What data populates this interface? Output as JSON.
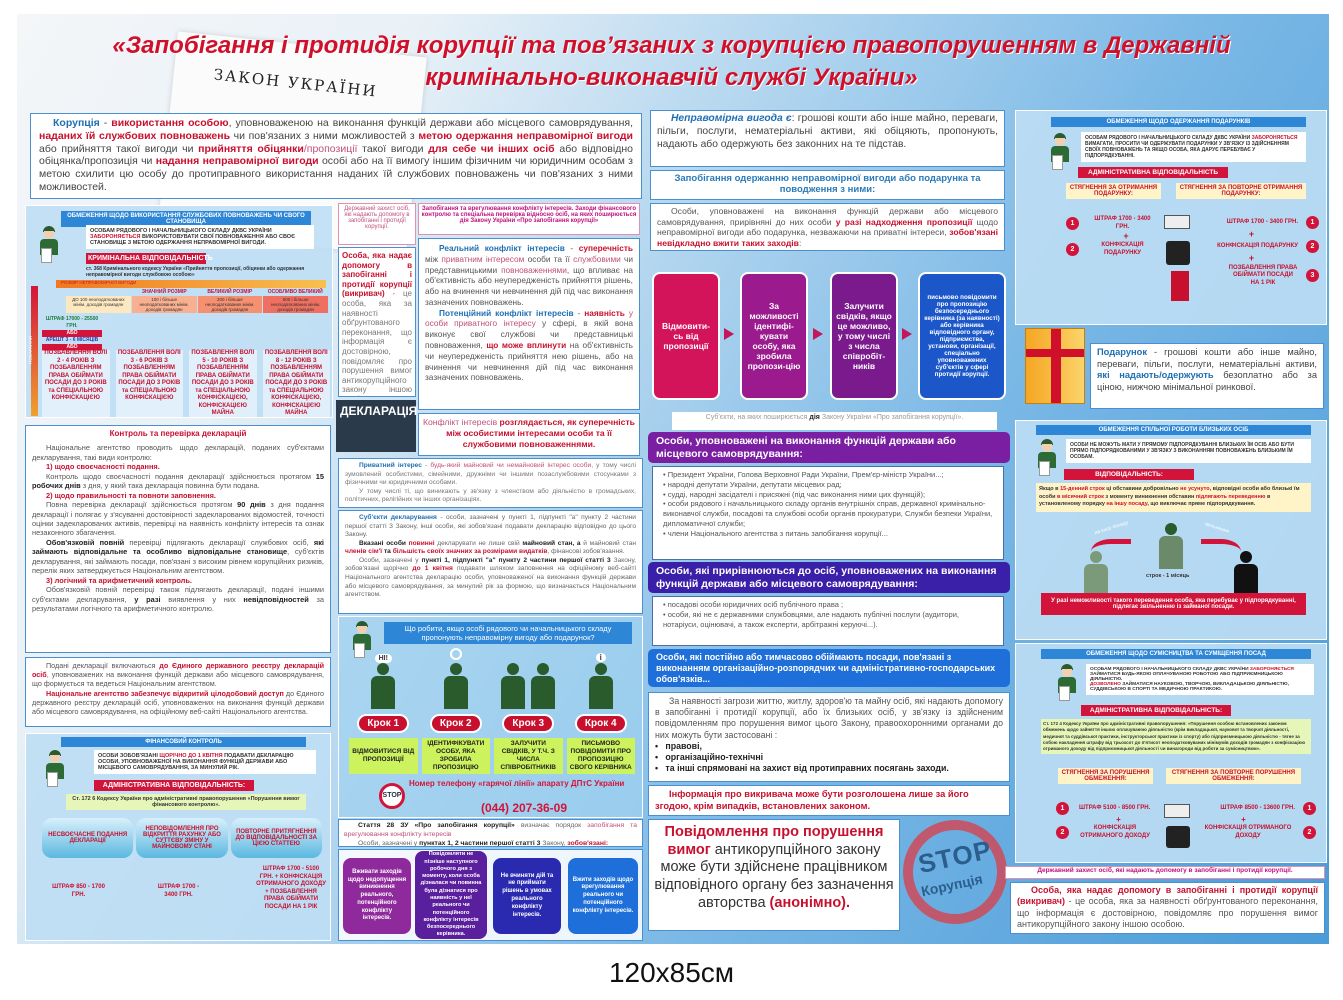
{
  "title": {
    "line1": "«Запобігання і протидія корупції та пов’язаних з корупцією правопорушенням в Державній",
    "line2": "кримінально-виконавчій службі України»",
    "law_doc": "ЗАКОН УКРАЇНИ"
  },
  "corruption": [
    [
      [
        "bl",
        "Корупція"
      ],
      " - ",
      [
        "r",
        "використання особою"
      ],
      ", уповноваженою на виконання функцій держави або місцевого самоврядування, ",
      [
        "r",
        "наданих їй службових повноважень"
      ],
      " чи пов'язаних з ними можливостей з ",
      [
        "r",
        "метою одержання неправомірної вигоди"
      ],
      " або прийняття такої вигоди чи ",
      [
        "r",
        "прийняття обіцянки"
      ],
      [
        "p",
        "/пропозиції"
      ],
      " такої вигоди ",
      [
        "r",
        "для себе чи інших осіб"
      ],
      " або відповідно обіцянка/пропозиція чи ",
      [
        "r",
        "надання неправомірної вигоди"
      ],
      " особі або на її вимогу іншим фізичним чи юридичним особам з метою схилити цю особу до протиправного використання наданих їй службових повноважень чи пов'язаних з ними можливостей."
    ]
  ],
  "abuse": {
    "header": "ОБМЕЖЕННЯ ЩОДО ВИКОРИСТАННЯ СЛУЖБОВИХ ПОВНОВАЖЕНЬ ЧИ СВОГО СТАНОВИЩА",
    "note": [
      [
        "ОСОБАМ РЯДОВОГО І НАЧАЛЬНИЦЬКОГО СКЛАДУ ДКВС УКРАЇНИ ",
        [
          "r",
          "ЗАБОРОНЯЄТЬСЯ"
        ],
        " ВИКОРИСТОВУВАТИ СВОЇ ПОВНОВАЖЕННЯ АБО СВОЄ СТАНОВИЩЕ З МЕТОЮ ОДЕРЖАННЯ НЕПРАВОМІРНОЇ ВИГОДИ."
      ]
    ],
    "liability": "КРИМІНАЛЬНА ВІДПОВІДАЛЬНІСТЬ",
    "citation": "ст. 368 Кримінального кодексу України «Прийняття пропозиції, обіцянки або одержання неправомірної вигоди службовою особою»",
    "axis": "РОЗМІР НЕПРАВОМІРНОЇ ВИГОДИ",
    "vaxis": "ПОКАРАННЯ",
    "sizes": [
      "",
      "ЗНАЧНИЙ РОЗМІР",
      "ВЕЛИКИЙ РОЗМІР",
      "ОСОБЛИВО ВЕЛИКИЙ"
    ],
    "amounts": [
      "ДО 100 неоподаткованих мінім. доходів громадян",
      "100 і більше неоподаткованих мінім. доходів громадян",
      "200 і більше неоподаткованих мінім. доходів громадян",
      "500 і більше неоподаткованих мінім. доходів громадян"
    ],
    "fine": "ШТРАФ 17000 - 25500 ГРН.",
    "or1": "АБО",
    "arrest": "АРЕШТ 3 - 6 МІСЯЦІВ",
    "or2": "АБО",
    "penalties": [
      "ПОЗБАВЛЕННЯ ВОЛІ 2 - 4 РОКІВ З ПОЗБАВЛЕННЯМ ПРАВА ОБІЙМАТИ ПОСАДИ ДО 3 РОКІВ та СПЕЦІАЛЬНОЮ КОНФІСКАЦІЄЮ",
      "ПОЗБАВЛЕННЯ ВОЛІ 3 - 6 РОКІВ З ПОЗБАВЛЕННЯМ ПРАВА ОБІЙМАТИ ПОСАДИ ДО 3 РОКІВ та СПЕЦІАЛЬНОЮ КОНФІСКАЦІЄЮ",
      "ПОЗБАВЛЕННЯ ВОЛІ 5 - 10 РОКІВ З ПОЗБАВЛЕННЯМ ПРАВА ОБІЙМАТИ ПОСАДИ ДО 3 РОКІВ та СПЕЦІАЛЬНОЮ КОНФІСКАЦІЄЮ, КОНФІСКАЦІЄЮ МАЙНА",
      "ПОЗБАВЛЕННЯ ВОЛІ 8 - 12 РОКІВ З ПОЗБАВЛЕННЯМ ПРАВА ОБІЙМАТИ ПОСАДИ ДО 3 РОКІВ та СПЕЦІАЛЬНОЮ КОНФІСКАЦІЄЮ, КОНФІСКАЦІЄЮ МАЙНА"
    ]
  },
  "decl_control": {
    "title": "Контроль та перевірка декларацій",
    "body": [
      "Національне агентство проводить щодо декларацій, поданих суб'єктами декларування, такі види контролю:",
      [
        [
          "r",
          "1) щодо своєчасності подання."
        ]
      ],
      [
        "Контроль щодо своєчасності подання декларації здійснюється протягом ",
        [
          "b",
          "15 робочих днів"
        ],
        " з дня, у який така декларація повинна бути подана."
      ],
      [
        [
          "r",
          "2) щодо правильності та повноти заповнення."
        ]
      ],
      [
        "Повна перевірка декларації здійснюється протягом ",
        [
          "b",
          "90 днів"
        ],
        " з дня подання декларації і полягає у з'ясуванні достовірності задекларованих відомостей, точності оцінки задекларованих активів, перевірці на наявність конфлікту інтересів та ознак незаконного збагачення."
      ],
      [
        [
          "b",
          "Обов'язковій повній"
        ],
        " перевірці підлягають декларації службових осіб, ",
        [
          "b",
          "які займають відповідальне та особливо відповідальне становище"
        ],
        ", суб'єктів декларування, які займають посади, пов'язані з високим рівнем корупційних ризиків, перелік яких затверджується Національним агентством."
      ],
      [
        [
          "r",
          "3) логічний та арифметичний контроль."
        ]
      ],
      [
        "Обов'язковій повній перевірці також підлягають декларації, подані іншими суб'єктами декларування, ",
        [
          "b",
          "у разі"
        ],
        " виявлення у них ",
        [
          "b",
          "невідповідностей"
        ],
        " за результатами логічного та арифметичного контролю."
      ]
    ],
    "registry": [
      [
        "Подані декларації включаються ",
        [
          "r",
          "до Єдиного державного реєстру декларацій осіб"
        ],
        ", уповноважених на виконання функцій держави або місцевого самоврядування, що формується та ведеться Національним агентством."
      ],
      [
        [
          "r",
          "Національне агентство забезпечує відкритий цілодобовий доступ"
        ],
        " до Єдиного державного реєстру декларацій осіб, уповноважених на виконання функцій держави або місцевого самоврядування, на офіційному веб-сайті Національного агентства."
      ]
    ]
  },
  "fin_control": {
    "header": "ФІНАНСОВИЙ КОНТРОЛЬ",
    "note": [
      [
        "ОСОБИ ЗОБОВ'ЯЗАНІ ",
        [
          "r",
          "ЩОРІЧНО ДО 1 КВІТНЯ"
        ],
        " ПОДАВАТИ ДЕКЛАРАЦІЮ ОСОБИ, УПОВНОВАЖЕНОЇ НА ВИКОНАННЯ ФУНКЦІЙ ДЕРЖАВИ АБО МІСЦЕВОГО САМОВРЯДУВАННЯ, ЗА МИНУЛИЙ РІК."
      ]
    ],
    "liability": "АДМІНІСТРАТИВНА ВІДПОВІДАЛЬНІСТЬ:",
    "citation": "Ст. 172 6 Кодексу України про адміністративні правопорушення «Порушення вимог фінансового контролю».",
    "violations": [
      "НЕСВОЄЧАСНЕ ПОДАННЯ ДЕКЛАРАЦІЇ",
      "НЕПОВІДОМЛЕННЯ ПРО ВІДКРИТТЯ РАХУНКУ АБО СУТТЄВУ ЗМІНУ У МАЙНОВОМУ СТАНІ",
      "ПОВТОРНЕ ПРИТЯГНЕННЯ ДО ВІДПОВІДАЛЬНОСТІ ЗА ЦІЄЮ СТАТТЕЮ"
    ],
    "penalties": [
      "ШТРАФ 850 - 1700 ГРН.",
      "ШТРАФ 1700 - 3400 ГРН.",
      "ШТРАФ 1700 - 5100 ГРН. + КОНФІСКАЦІЯ ОТРИМАНОГО ДОХОДУ + ПОЗБАВЛЕННЯ ПРАВА ОБІЙМАТИ ПОСАДИ НА 1 РІК"
    ]
  },
  "protection_small": {
    "header": "Державний захист осіб, які надають допомогу в запобіганні і протидії корупції.",
    "body": [
      [
        [
          "r",
          "Особа, яка надає допомогу в запобіганні і протидії корупції (викривач)"
        ],
        " - це особа, яка за наявності обґрунтованого переконання, що інформація є достовірною, повідомляє про порушення вимог антикорупційного закону іншою особою."
      ]
    ]
  },
  "conflict": {
    "header": "Запобігання та врегулювання конфлікту інтересів. Заходи фінансового контролю та спеціальна перевірка відносно осіб, на яких поширюється дія Закону України «Про запобігання корупції»",
    "body": [
      [
        [
          "bl",
          "Реальний конфлікт інтересів"
        ],
        " - ",
        [
          "r",
          "суперечність"
        ],
        " між ",
        [
          "p",
          "приватним інтересом"
        ],
        " особи та її ",
        [
          "p",
          "службовими"
        ],
        " чи представницькими ",
        [
          "p",
          "повноваженнями"
        ],
        ", що впливає на об'єктивність або неупередженість прийняття рішень, або на вчинення чи невчинення дій під час виконання зазначених повноважень."
      ],
      [
        [
          "bl",
          "Потенційний конфлікт інтересів"
        ],
        " - ",
        [
          "r",
          "наявність"
        ],
        " ",
        [
          "p",
          "у особи приватного інтересу"
        ],
        " у сфері, в якій вона виконує свої службові чи представницькі повноваження, ",
        [
          "r",
          "що може вплинути"
        ],
        " на об'єктивність чи неупередженість прийняття нею рішень, або на вчинення чи невчинення дій під час виконання зазначених повноважень."
      ]
    ],
    "summary": [
      [
        [
          "p",
          "Конфлікт інтересів "
        ],
        [
          "r",
          "розглядається, як суперечність між особистими інтересами особи та її службовими повноваженнями."
        ]
      ]
    ],
    "decl_image": "ДЕКЛАРАЦІЯ"
  },
  "private_interest": [
    [
      [
        "bl",
        "Приватний інтерес"
      ],
      " - ",
      [
        "p",
        "будь-який майновий чи немайновий інтерес особи"
      ],
      ", у тому числі зумовлений особистими, сімейними, дружніми чи іншими позаслужбовими стосунками з фізичними чи юридичними особами."
    ],
    "У тому числі ті, що виникають у зв'язку з членством або діяльністю в громадських, політичних, релігійних чи інших організаціях."
  ],
  "decl_subjects": [
    [
      [
        "bl",
        "Суб'єкти декларування"
      ],
      " - особи, зазначені у пункті 1, підпункті \"а\" пункту 2 частини першої статті 3 Закону, інші особи, які зобов'язані подавати декларацію відповідно до цього Закону."
    ],
    [
      [
        "b",
        "Вказані особи"
      ],
      " ",
      [
        "r",
        "повинні"
      ],
      " декларувати не лише свій ",
      [
        "b",
        "майновий стан, а"
      ],
      " й майновий стан ",
      [
        "r",
        "членів сім'ї"
      ],
      " ",
      [
        "b",
        "та"
      ],
      " ",
      [
        "r",
        "більшість своїх значних за розмірами видатків"
      ],
      ", фінансові зобов'язання."
    ],
    [
      "Особи, зазначені у ",
      [
        "b",
        "пункті 1, підпункті \"а\" пункту 2 частини першої статті 3"
      ],
      " Закону, зобов'язані щорічно ",
      [
        "r",
        "до 1 квітня"
      ],
      " подавати шляхом заповнення на офіційному веб-сайті Національного агентства декларацію особи, уповноваженої на виконання функцій держави або місцевого самоврядування, за минулий рік за формою, що визначається Національним агентством."
    ]
  ],
  "steps": {
    "question": "Що робити, якщо особі рядового чи начальницького складу пропонують неправомірну вигоду або подарунок?",
    "bubble1": "НІ!",
    "bubble4": "i",
    "items": [
      {
        "krok": "Крок 1",
        "text": "ВІДМОВИТИСЯ ВІД ПРОПОЗИЦІЇ"
      },
      {
        "krok": "Крок 2",
        "text": "ІДЕНТИФІКУВАТИ ОСОБУ, ЯКА ЗРОБИЛА ПРОПОЗИЦІЮ"
      },
      {
        "krok": "Крок 3",
        "text": "ЗАЛУЧИТИ СВІДКІВ, У Т.Ч. З ЧИСЛА СПІВРОБІТНИКІВ"
      },
      {
        "krok": "Крок 4",
        "text": "ПИСЬМОВО ПОВІДОМИТИ ПРО ПРОПОЗИЦІЮ СВОГО КЕРІВНИКА"
      }
    ],
    "stop": "STOP",
    "hotline_label": "Номер телефону «гарячої лінії» апарату ДПтС України",
    "hotline_phone": "(044) 207-36-09"
  },
  "article28": [
    [
      [
        "b",
        "Стаття 28 ЗУ «Про запобігання корупції»"
      ],
      " визначає порядок ",
      [
        "p",
        "запобігання та врегулювання конфлікту інтересів"
      ]
    ],
    [
      "Особи, зазначені у ",
      [
        "b",
        "пунктах 1, 2 частини першої статті 3"
      ],
      " Закону, ",
      [
        "r",
        "зобов'язані:"
      ]
    ]
  ],
  "obligations": [
    "Вживати заходів щодо недопущення виникнення реального, потенційного конфлікту інтересів.",
    "Повідомляти не пізніше наступного робочого дня з моменту, коли особа дізналася чи повинна була дізнатися про наявність у неї реального чи потенційного конфлікту інтересів безпосереднього керівника.",
    "Не вчиняти дій та не приймати рішень в умовах реального конфлікту інтересів.",
    "Вжити заходів щодо врегулювання реального чи потенційного конфлікту інтересів."
  ],
  "unlawful": [
    [
      [
        "bi",
        "Неправомірна вигода є"
      ],
      ": грошові кошти або інше майно, переваги, пільги, послуги, нематеріальні активи, які обіцяють, пропонують, надають або одержують без законних на те підстав."
    ]
  ],
  "prevent_header": "Запобігання одержанню неправомірної вигоди або подарунка та поводження з ними:",
  "prevent_body": [
    [
      "Особи, уповноважені на виконання функцій держави або місцевого самоврядування, прирівняні до них особи ",
      [
        "r",
        "у разі надходження пропозиції"
      ],
      " щодо неправомірної вигоди або подарунка, незважаючи на приватні інтереси, ",
      [
        "r",
        "зобов'язані невідкладно вжити таких заходів"
      ],
      ":"
    ]
  ],
  "flow": [
    "Відмовити-сь від пропозиції",
    "За можливості ідентифі-кувати особу, яка зробила пропози-цію",
    "Залучити свідків, якщо це можливо, у тому числі з числа співробіт-ників",
    "письмово повідомити про пропозицію безпосереднього керівника (за наявності) або керівника відповідного органу, підприємства, установи, організації, спеціально уповноважених суб'єктів у сфері протидії корупції."
  ],
  "subjects": {
    "header": [
      [
        "Суб'єкти, на яких поширюється ",
        [
          "b",
          "дія"
        ],
        " Закону України «Про запобігання корупції»."
      ]
    ],
    "groups": [
      {
        "title": "Особи, уповноважені на виконання функцій держави або місцевого самоврядування:",
        "items": [
          "Президент України, Голова Верховної Ради України, Прем'єр-міністр України...;",
          "народні депутати України, депутати місцевих рад;",
          "судді, народні засідателі і присяжні (під час виконання ними цих функцій);",
          "особи рядового і начальницького складу органів внутрішніх справ, державної кримінально-виконавчої служби, посадові та службові особи органів прокуратури, Служби безпеки України, дипломатичної служби;",
          "члени Національного агентства з питань запобігання корупції..."
        ]
      },
      {
        "title": "Особи, які прирівнюються до осіб, уповноважених на виконання функцій держави або місцевого самоврядування:",
        "items": [
          "посадові особи юридичних осіб публічного права ;",
          "особи, які не є державними службовцями, але надають публічні послуги (аудитори, нотаріуси, оцінювачі, а також експерти, арбітражні керуючі...)."
        ]
      },
      {
        "title": "Особи, які постійно або тимчасово обіймають посади, пов'язані з виконанням організаційно-розпорядчих чи адміністративно-господарських обов'язків..."
      }
    ]
  },
  "threat": {
    "body": "За наявності загрози життю, житлу, здоров'ю та майну осіб, які надають допомогу в запобіганні і протидії корупції, або їх близьких осіб, у зв'язку із здійсненим повідомленням про порушення вимог цього Закону, правоохоронними органами до них можуть бути застосовані :",
    "items": [
      "правові,",
      "організаційно-технічні",
      "та інші спрямовані на захист від протиправних посягань заходи."
    ]
  },
  "disclosure": "Інформація про викривача може бути розголошена лише за його згодою, крім випадків, встановлених законом.",
  "anonymous": [
    [
      [
        "r",
        "Повідомлення про порушення вимог"
      ],
      " антикорупційного закону може бути здійснене працівником відповідного органу без зазначення авторства ",
      [
        "r",
        "(анонімно)."
      ]
    ]
  ],
  "stamp": {
    "top": "STOP",
    "bottom": "Корупція"
  },
  "gifts": {
    "header": "ОБМЕЖЕННЯ ЩОДО ОДЕРЖАННЯ ПОДАРУНКІВ",
    "note": [
      [
        "ОСОБАМ РЯДОВОГО І НАЧАЛЬНИЦЬКОГО СКЛАДУ ДКВС УКРАЇНИ ",
        [
          "r",
          "ЗАБОРОНЯЄТЬСЯ"
        ],
        " ВИМАГАТИ, ПРОСИТИ ЧИ ОДЕРЖУВАТИ ПОДАРУНКИ У ЗВ'ЯЗКУ ІЗ ЗДІЙСНЕННЯМ СВОЇХ ПОВНОВАЖЕНЬ ТА ЯКЩО ОСОБА, ЯКА ДАРУЄ ПЕРЕБУВАЄ У ПІДПОРЯДКУВАННІ."
      ]
    ],
    "liability": "АДМІНІСТРАТИВНА ВІДПОВІДАЛЬНІСТЬ",
    "col1_title": "СТЯГНЕННЯ ЗА ОТРИМАННЯ ПОДАРУНКУ:",
    "col2_title": "СТЯГНЕННЯ ЗА ПОВТОРНЕ ОТРИМАННЯ ПОДАРУНКУ:",
    "col1": [
      {
        "n": "1",
        "t": "ШТРАФ 1700 - 3400 ГРН."
      },
      {
        "n": "2",
        "t": "КОНФІСКАЦІЯ ПОДАРУНКУ"
      }
    ],
    "col2": [
      {
        "n": "1",
        "t": "ШТРАФ 1700 - 3400 ГРН."
      },
      {
        "n": "2",
        "t": "КОНФІСКАЦІЯ ПОДАРУНКУ"
      },
      {
        "n": "3",
        "t": "ПОЗБАВЛЕННЯ ПРАВА ОБІЙМАТИ ПОСАДИ НА 1 РІК"
      }
    ],
    "plus": "+"
  },
  "gift_def": [
    [
      [
        "bl",
        "Подарунок"
      ],
      " - грошові кошти або інше майно, переваги, пільги, послуги, нематеріальні активи, ",
      [
        "bl",
        "які надають/одержують"
      ],
      " безоплатно або за ціною, нижчою мінімальної ринкової."
    ]
  ],
  "relatives": {
    "header": "ОБМЕЖЕННЯ СПІЛЬНОЇ РОБОТИ БЛИЗЬКИХ ОСІБ",
    "note": [
      [
        "ОСОБИ НЕ МОЖУТЬ МАТИ У ПРЯМОМУ ПІДПОРЯДКУВАННІ БЛИЗЬКИХ ЇМ ОСІБ АБО БУТИ ПРЯМО ПІДПОРЯДКОВАНИМИ У ЗВ'ЯЗКУ З ВИКОНАННЯМ ПОВНОВАЖЕНЬ БЛИЗЬКИМ ЇМ ОСОБАМ."
      ]
    ],
    "liability": "ВІДПОВІДАЛЬНІСТЬ:",
    "rule": [
      [
        "Якщо в ",
        [
          "r",
          "15-денний строк"
        ],
        " ці обставини добровільно ",
        [
          "r",
          "не усунуто"
        ],
        ", відповідні особи або близькі їм особи ",
        [
          "r",
          "в місячний строк"
        ],
        " з моменту виникнення обставин ",
        [
          "r",
          "підлягають переведенню"
        ],
        " в установленому порядку ",
        [
          "r",
          "на іншу посаду"
        ],
        ", що виключає пряме підпорядкування."
      ]
    ],
    "arrow_left": "на іншу посаду",
    "arrow_right": "звільнення",
    "term": "строк - 1 місяць",
    "dismissal": "У разі неможливості такого переведення особа, яка перебуває у підпорядкуванні, підлягає звільненню із займаної посади."
  },
  "secondary": {
    "header": "ОБМЕЖЕННЯ ЩОДО СУМІСНИЦТВА ТА СУМІЩЕННЯ ПОСАД",
    "note": [
      [
        "ОСОБАМ РЯДОВОГО І НАЧАЛЬНИЦЬКОГО СКЛАДУ ДКВС УКРАЇНИ ",
        [
          "r",
          "ЗАБОРОНЯЄТЬСЯ"
        ],
        " ЗАЙМАТИСЯ БУДЬ-ЯКОЮ ОПЛАЧУВАНОЮ РОБОТОЮ АБО ПІДПРИЄМНИЦЬКОЮ ДІЯЛЬНІСТЮ."
      ],
      [
        [
          "r",
          "ДОЗВОЛЕНО"
        ],
        " ЗАЙМАТИСЯ НАУКОВОЮ, ТВОРЧОЮ, ВИКЛАДАЦЬКОЮ ДІЯЛЬНІСТЮ, СУДДІВСЬКОЮ В СПОРТІ ТА МЕДИЧНОЮ ПРАКТИКОЮ."
      ]
    ],
    "liability": "АДМІНІСТРАТИВНА ВІДПОВІДАЛЬНІСТЬ:",
    "citation": "Ст. 172 4 Кодексу України про адміністративні правопорушення: «Порушення особою встановлених законом обмежень щодо зайняття іншою оплачуваною діяльністю (крім викладацької, наукової та творчої діяльності, медичної та суддівської практики, інструкторської практики із спорту) або підприємницькою діяльністю - тягне за собою накладення штрафу від трьохсот до п'ятисот неоподатковуваних мінімумів доходів громадян з конфіскацією отриманого доходу від підприємницької діяльності чи винагороди від роботи за сумісництвом».",
    "col1_title": "СТЯГНЕННЯ ЗА ПОРУШЕННЯ ОБМЕЖЕННЯ:",
    "col2_title": "СТЯГНЕННЯ ЗА ПОВТОРНЕ ПОРУШЕННЯ ОБМЕЖЕННЯ:",
    "col1": [
      {
        "n": "1",
        "t": "ШТРАФ 5100 - 8500 ГРН."
      },
      {
        "n": "2",
        "t": "КОНФІСКАЦІЯ ОТРИМАНОГО ДОХОДУ"
      }
    ],
    "col2": [
      {
        "n": "1",
        "t": "ШТРАФ 8500 - 13600 ГРН."
      },
      {
        "n": "2",
        "t": "КОНФІСКАЦІЯ ОТРИМАНОГО ДОХОДУ"
      }
    ],
    "plus": "+"
  },
  "protection": {
    "header": "Державний захист осіб, які надають допомогу в запобіганні і протидії корупції.",
    "body": [
      [
        [
          "r",
          "Особа, яка надає допомогу в запобіганні і протидії корупції (викривач)"
        ],
        " - це особа, яка за наявності обґрунтованого переконання, що інформація є достовірною, повідомляє про порушення вимог антикорупційного закону іншою особою."
      ]
    ]
  },
  "size_caption": "120x85см",
  "colors": {
    "title": "#d0102a",
    "accent_red": "#c8102e",
    "accent_blue": "#1f6fb2",
    "flow": [
      "#d4145a",
      "#9b1b8f",
      "#7a1a8c",
      "#1b57c9"
    ],
    "groups": [
      "#7b1fa2",
      "#3a1fa8",
      "#1e6fd9"
    ]
  }
}
